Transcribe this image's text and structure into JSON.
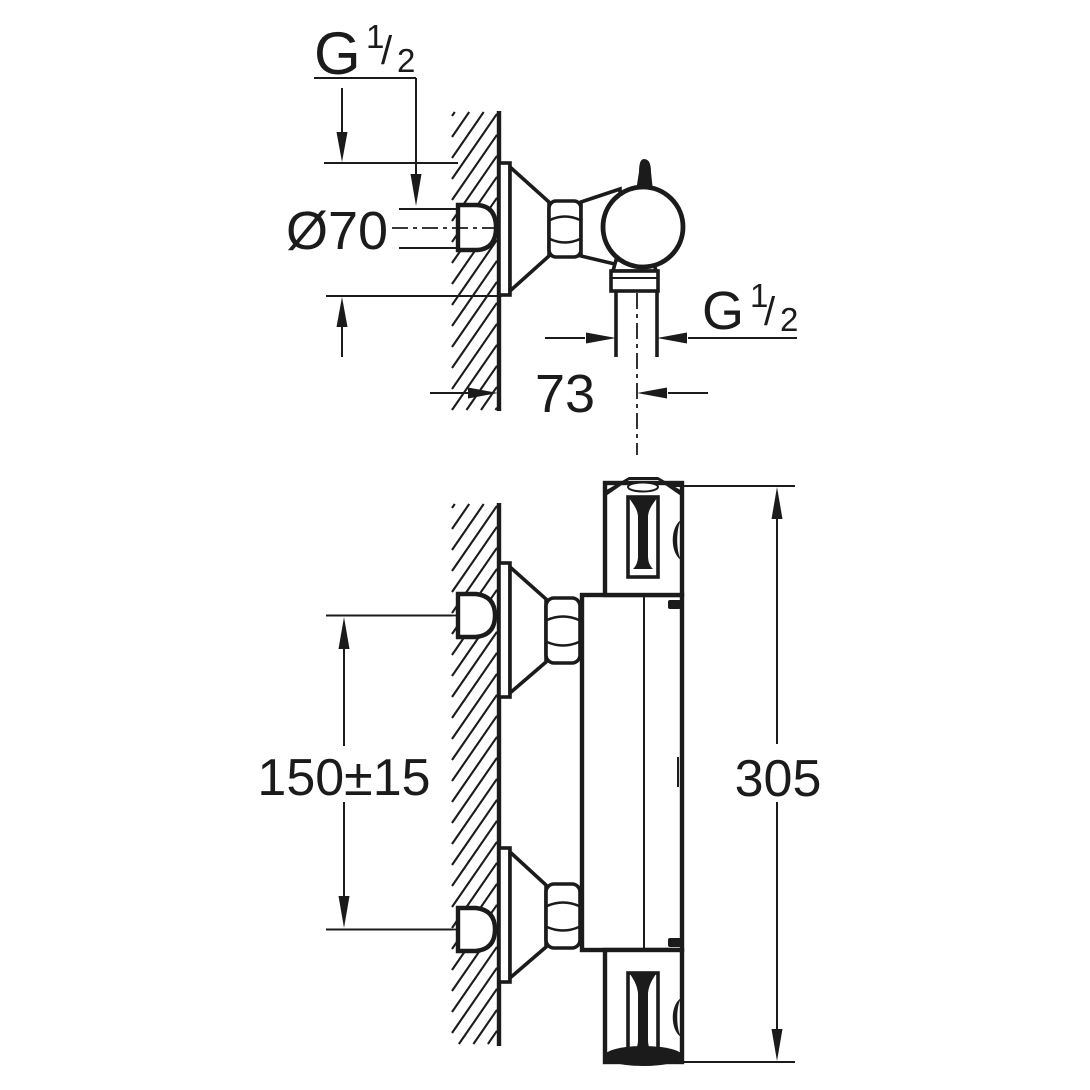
{
  "colors": {
    "ink": "#1b1b1b",
    "background": "#ffffff"
  },
  "drawing": {
    "labels": {
      "thread": {
        "letter": "G",
        "numerator": "1",
        "slash": "/",
        "denominator": "2"
      },
      "escutcheon_diameter": "Ø70",
      "wall_to_outlet_offset": "73",
      "inlet_spacing": "150±15",
      "overall_height": "305"
    }
  }
}
